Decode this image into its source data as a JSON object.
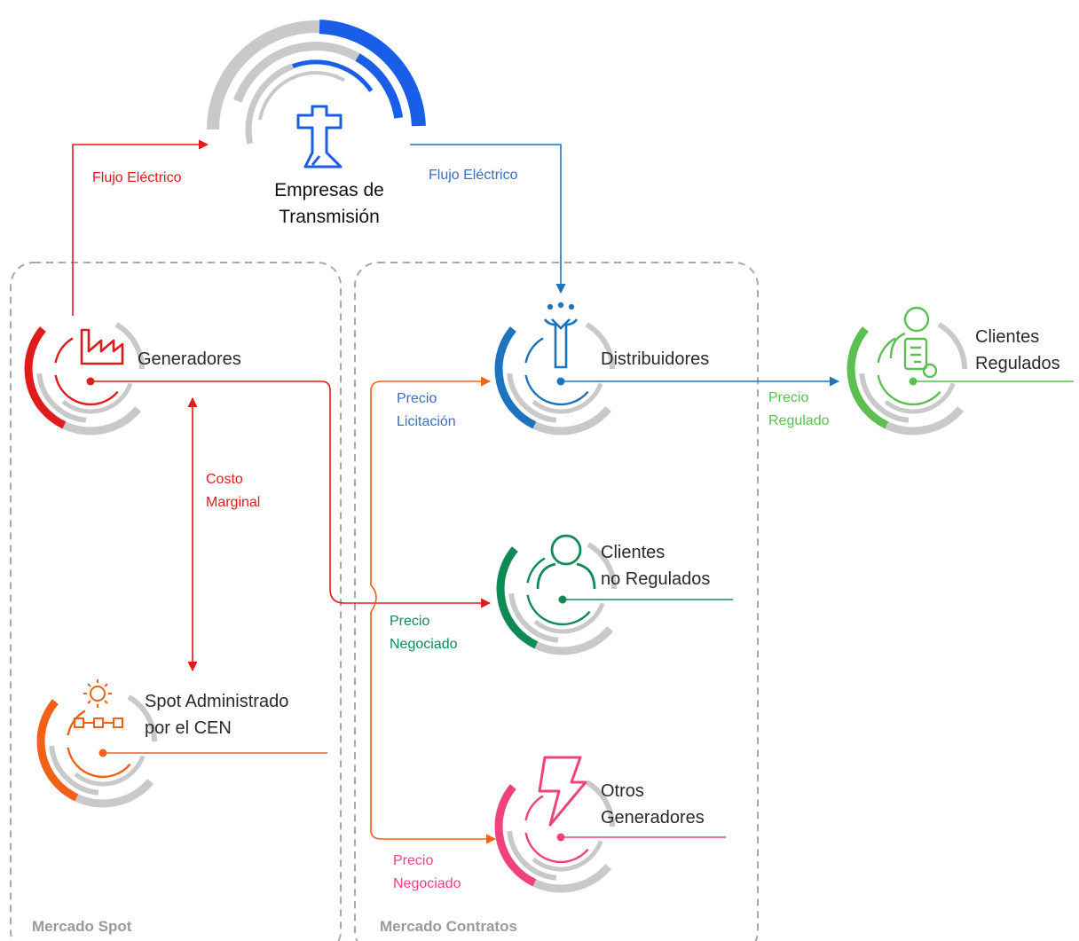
{
  "colors": {
    "transmission": "#1a5ee8",
    "generators": "#e01b1b",
    "spot": "#f26118",
    "distributors": "#1e73be",
    "regulated": "#5cbf52",
    "non_regulated": "#0f8a55",
    "other_generators": "#f0437d",
    "ring_gray": "#c9c9c9",
    "region_border": "#a8a8a8",
    "region_label": "#9a9a9a",
    "arrow_blue": "#3a6fc2",
    "arrow_orange": "#f26118"
  },
  "regions": {
    "spot": "Mercado Spot",
    "contracts": "Mercado Contratos"
  },
  "nodes": {
    "transmission": {
      "line1": "Empresas de",
      "line2": "Transmisión",
      "icon": "transmission-tower-icon"
    },
    "generators": {
      "line1": "Generadores",
      "icon": "factory-icon"
    },
    "spot": {
      "line1": "Spot Administrado",
      "line2": "por el CEN",
      "icon": "gear-network-icon"
    },
    "distributors": {
      "line1": "Distribuidores",
      "icon": "distribution-pole-icon"
    },
    "regulated": {
      "line1": "Clientes",
      "line2": "Regulados",
      "icon": "client-document-icon"
    },
    "non_regulated": {
      "line1": "Clientes",
      "line2": "no Regulados",
      "icon": "user-icon"
    },
    "other_generators": {
      "line1": "Otros",
      "line2": "Generadores",
      "icon": "lightning-icon"
    }
  },
  "edges": {
    "flow_left": "Flujo Eléctrico",
    "flow_right": "Flujo Eléctrico",
    "marginal_cost_1": "Costo",
    "marginal_cost_2": "Marginal",
    "tender_price_1": "Precio",
    "tender_price_2": "Licitación",
    "regulated_price_1": "Precio",
    "regulated_price_2": "Regulado",
    "negotiated_price_1": "Precio",
    "negotiated_price_2": "Negociado",
    "negotiated_price_b1": "Precio",
    "negotiated_price_b2": "Negociado"
  }
}
